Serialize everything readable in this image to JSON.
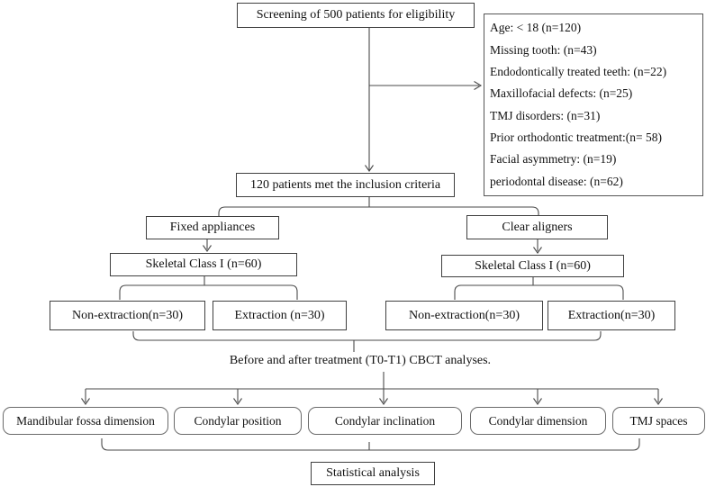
{
  "diagram": {
    "title_box": "Screening of 500 patients for eligibility",
    "exclusions": [
      "Age: < 18 (n=120)",
      "Missing tooth: (n=43)",
      "Endodontically treated teeth: (n=22)",
      "Maxillofacial defects: (n=25)",
      "TMJ disorders: (n=31)",
      "Prior orthodontic treatment:(n= 58)",
      "Facial asymmetry: (n=19)",
      "periodontal disease: (n=62)"
    ],
    "inclusion_box": "120 patients met the inclusion criteria",
    "left_branch": {
      "appliance": "Fixed appliances",
      "skeletal": "Skeletal Class I (n=60)",
      "non_extraction": "Non-extraction(n=30)",
      "extraction": "Extraction (n=30)"
    },
    "right_branch": {
      "appliance": "Clear aligners",
      "skeletal": "Skeletal Class I (n=60)",
      "non_extraction": "Non-extraction(n=30)",
      "extraction": "Extraction(n=30)"
    },
    "analysis_text": "Before and after treatment (T0-T1) CBCT analyses.",
    "outcomes": [
      "Mandibular fossa dimension",
      "Condylar position",
      "Condylar inclination",
      "Condylar dimension",
      "TMJ spaces"
    ],
    "statistical_box": "Statistical analysis",
    "line_color": "#4a4a4a"
  }
}
